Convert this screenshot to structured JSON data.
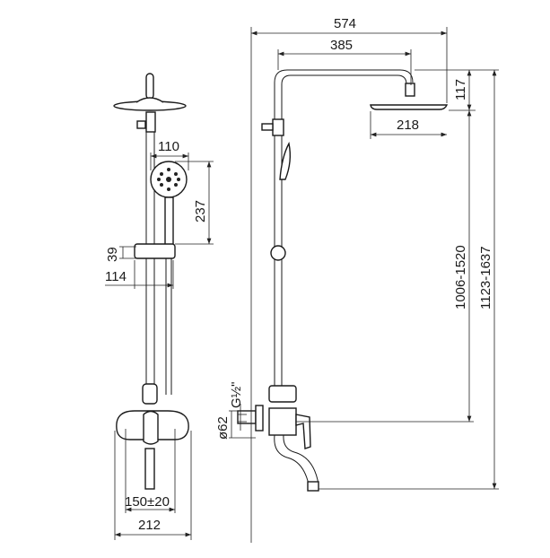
{
  "front_view": {
    "dims": {
      "handshower_width": "110",
      "handshower_height": "237",
      "holder_height": "39",
      "holder_offset": "114",
      "connection_spacing": "150±20",
      "mixer_width": "212"
    }
  },
  "side_view": {
    "dims": {
      "total_depth": "574",
      "arm_length": "385",
      "head_height": "117",
      "head_diameter": "218",
      "height_range_mixer": "1006-1520",
      "height_range_spout": "1123-1637",
      "escutcheon_diameter": "ø62",
      "thread": "G½\""
    }
  }
}
